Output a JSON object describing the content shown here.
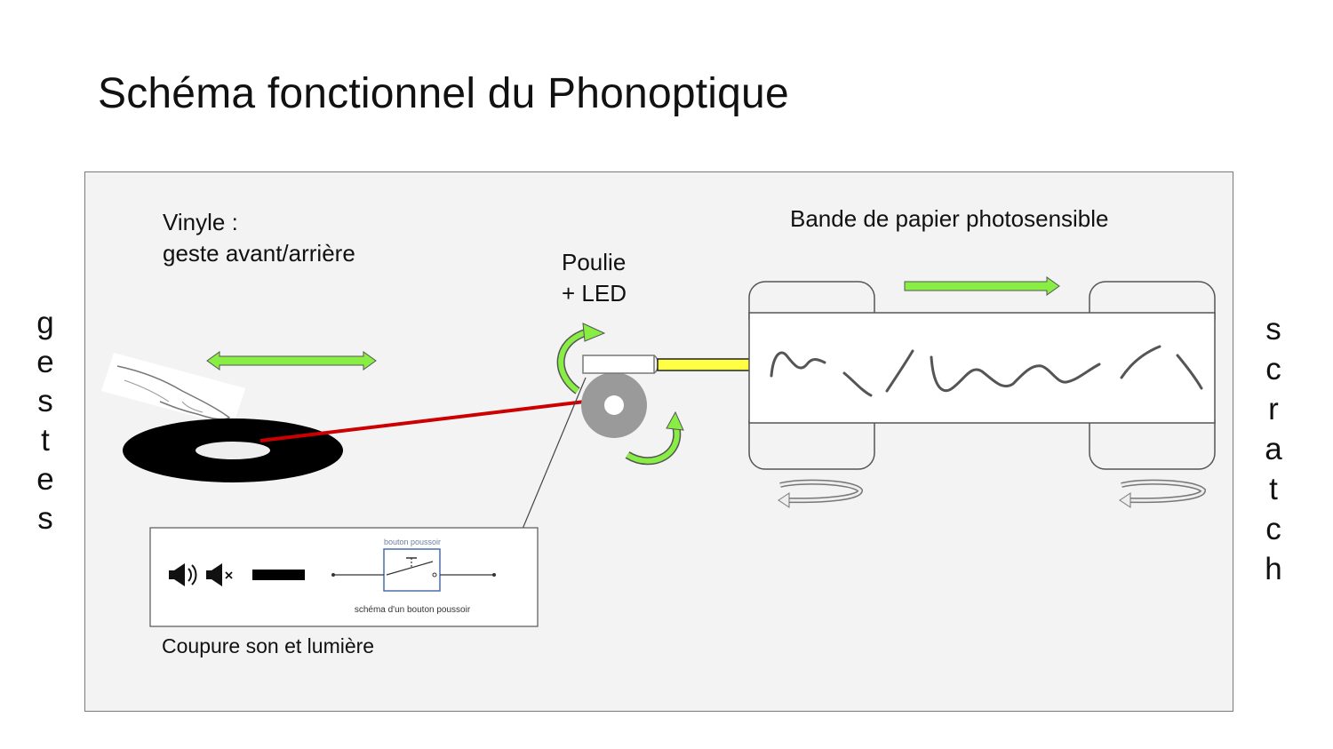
{
  "title": "Schéma fonctionnel du Phonoptique",
  "labels": {
    "vinyle_line1": "Vinyle :",
    "vinyle_line2": "geste avant/arrière",
    "poulie_line1": "Poulie",
    "poulie_line2": "+ LED",
    "bande": "Bande de papier photosensible",
    "coupure": "Coupure son et lumière"
  },
  "side_left": [
    "g",
    "e",
    "s",
    "t",
    "e",
    "s"
  ],
  "side_right": [
    "s",
    "c",
    "r",
    "a",
    "t",
    "c",
    "h"
  ],
  "inset": {
    "caption_top": "bouton poussoir",
    "caption_bottom": "schéma d'un bouton poussoir",
    "icons": [
      "speaker-on-icon",
      "speaker-mute-icon"
    ]
  },
  "colors": {
    "arrow_green": "#88ee44",
    "laser_red": "#cc0000",
    "led_yellow": "#ffff44",
    "panel_bg": "#f3f3f3"
  }
}
